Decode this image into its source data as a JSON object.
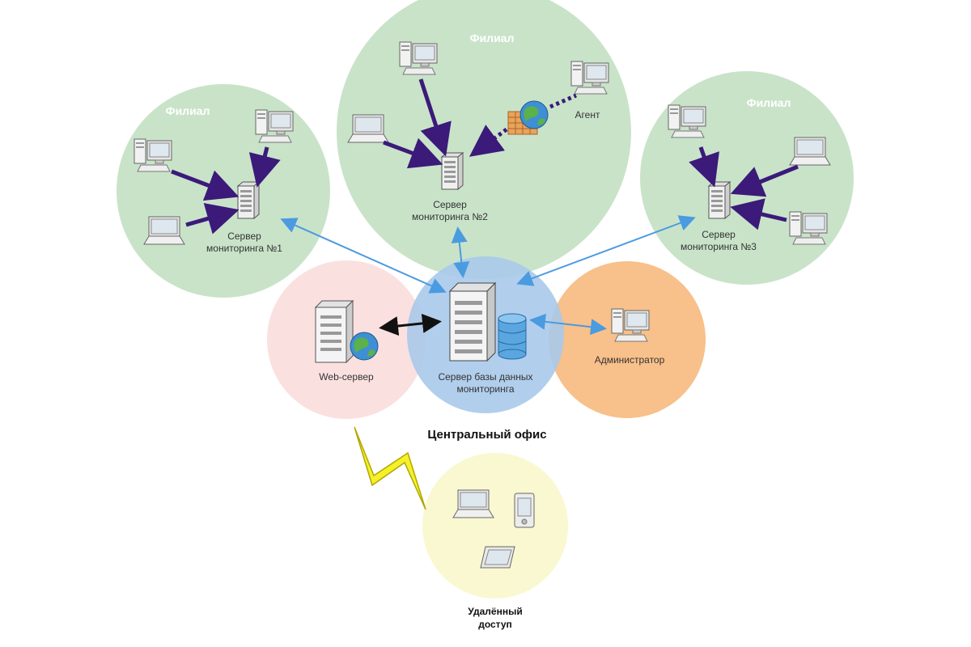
{
  "branches": {
    "left": {
      "title": "Филиал",
      "server_line1": "Сервер",
      "server_line2": "мониторинга №1"
    },
    "top": {
      "title": "Филиал",
      "server_line1": "Сервер",
      "server_line2": "мониторинга №2",
      "agent": "Агент"
    },
    "right": {
      "title": "Филиал",
      "server_line1": "Сервер",
      "server_line2": "мониторинга №3"
    }
  },
  "central": {
    "web_server": "Web-сервер",
    "db_line1": "Сервер базы данных",
    "db_line2": "мониторинга",
    "admin": "Администратор",
    "office_label": "Центральный офис"
  },
  "remote": {
    "line1": "Удалённый",
    "line2": "доступ"
  },
  "colors": {
    "branch_fill": "#c9e3c9",
    "web_fill": "#fbe0e0",
    "db_fill": "#a9c9ea",
    "admin_fill": "#f8c08a",
    "remote_fill": "#f9f8d0",
    "purple_arrow": "#3b1a7a",
    "blue_arrow": "#4a9be0",
    "lightning": "#f5f02a"
  }
}
